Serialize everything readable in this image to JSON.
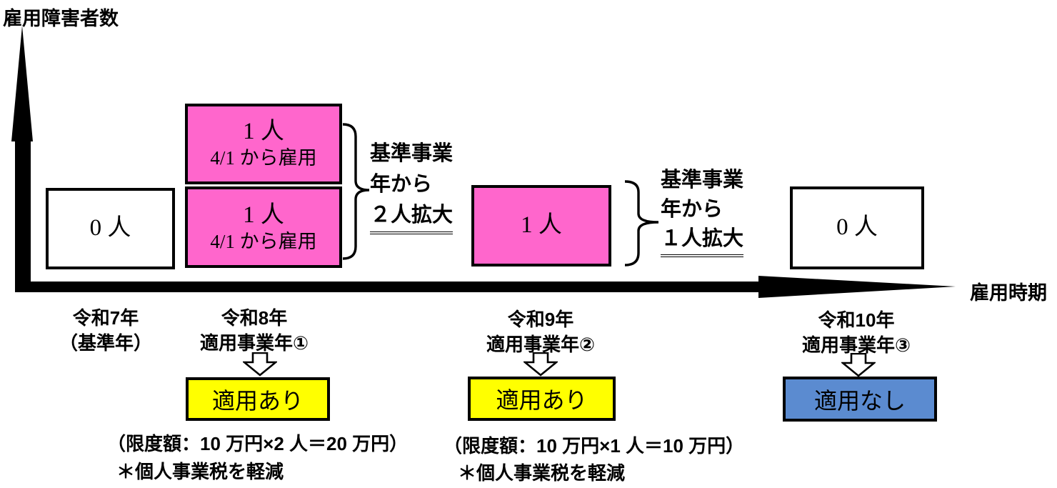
{
  "colors": {
    "pink": "#FF66CC",
    "yellow": "#FFFF00",
    "blue": "#5B8BD0",
    "black": "#000000"
  },
  "axes": {
    "y_label": "雇用障害者数",
    "x_label": "雇用時期"
  },
  "boxes": {
    "base_year": {
      "count": "0 人"
    },
    "year1_a": {
      "count": "1 人",
      "note": "4/1 から雇用"
    },
    "year1_b": {
      "count": "1 人",
      "note": "4/1 から雇用"
    },
    "year2": {
      "count": "1 人"
    },
    "year3": {
      "count": "0 人"
    }
  },
  "annotations": {
    "year1": {
      "line1": "基準事業",
      "line2": "年から",
      "line3": "２人拡大"
    },
    "year2": {
      "line1": "基準事業",
      "line2": "年から",
      "line3": "１人拡大"
    }
  },
  "timeline": {
    "columns": [
      {
        "year": "令和7年",
        "sub": "（基準年）"
      },
      {
        "year": "令和8年",
        "sub": "適用事業年①",
        "result": "適用あり"
      },
      {
        "year": "令和9年",
        "sub": "適用事業年②",
        "result": "適用あり"
      },
      {
        "year": "令和10年",
        "sub": "適用事業年③",
        "result": "適用なし"
      }
    ]
  },
  "footnotes": [
    {
      "limit": "（限度額：10 万円×2 人＝20 万円）",
      "note": "＊個人事業税を軽減"
    },
    {
      "limit": "（限度額：10 万円×1 人＝10 万円）",
      "note": "＊個人事業税を軽減"
    }
  ]
}
